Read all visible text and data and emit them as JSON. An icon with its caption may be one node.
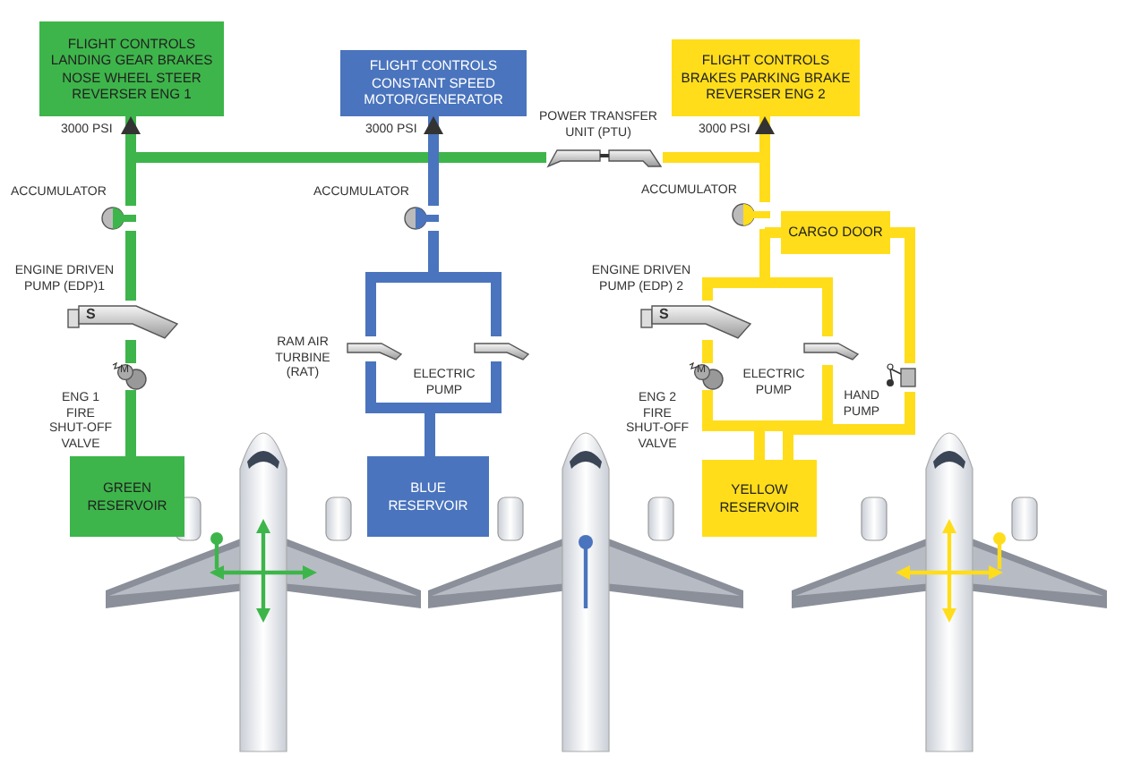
{
  "diagram": {
    "nodes": [
      {
        "text": [
          "FLIGHT CONTROLS LANDING GEAR BRAKES NOSE WHEEL STEER REVERSER ENG 1"
        ],
        "beside": [
          "3000 PSI"
        ]
      },
      {
        "text": [
          "FLIGHT CONTROLS CONSTANT SPEED MOTOR/GENERATOR"
        ],
        "beside": [
          "3000 PSI"
        ]
      },
      {
        "text": [
          "FLIGHT CONTROLS BRAKES PARKING BRAKE REVERSER ENG 2"
        ],
        "beside": [
          "3000 PSI"
        ]
      },
      {
        "text": [],
        "shape": "picture",
        "beside": [
          "ACCUMULATOR"
        ]
      },
      {
        "text": [],
        "shape": "picture",
        "beside": [
          "ACCUMULATOR"
        ]
      },
      {
        "text": [],
        "shape": "picture",
        "beside": [
          "POWER TRANSFER UNIT (PTU)"
        ]
      },
      {
        "text": [],
        "shape": "picture",
        "beside": [
          "ACCUMULATOR"
        ]
      },
      {
        "text": [
          "CARGO DOOR"
        ]
      },
      {
        "text": [],
        "shape": "picture",
        "beside": [
          "ENGINE DRIVEN PUMP (EDP)1"
        ]
      },
      {
        "text": [],
        "shape": "picture",
        "beside": [
          "RAM AIR TURBINE (RAT)"
        ]
      },
      {
        "text": [],
        "shape": "picture",
        "beside": [
          "ELECTRIC PUMP"
        ]
      },
      {
        "text": [],
        "shape": "picture",
        "beside": [
          "ENGINE DRIVEN PUMP (EDP) 2"
        ]
      },
      {
        "text": [],
        "shape": "picture",
        "beside": [
          "ELECTRIC PUMP"
        ]
      },
      {
        "text": [],
        "shape": "picture",
        "beside": [
          "HAND PUMP"
        ]
      },
      {
        "text": [],
        "shape": "picture",
        "beside": [
          "ENG 1 FIRE SHUT-OFF VALVE"
        ]
      },
      {
        "text": [],
        "shape": "picture",
        "beside": [
          "ENG 2 FIRE SHUT-OFF VALVE"
        ]
      },
      {
        "text": [
          "GREEN RESERVOIR"
        ]
      },
      {
        "text": [
          "BLUE RESERVOIR"
        ]
      },
      {
        "text": [
          "YELLOW RESERVOIR"
        ]
      }
    ],
    "edges": [
      {
        "from": 16,
        "to": 14,
        "arrow": "none",
        "color": "#3db54a"
      },
      {
        "from": 14,
        "to": 8,
        "arrow": "none",
        "color": "#3db54a"
      },
      {
        "from": 8,
        "to": 3,
        "arrow": "none",
        "color": "#3db54a"
      },
      {
        "from": 3,
        "to": 0,
        "arrow": "to",
        "color": "#3db54a"
      },
      {
        "from": 3,
        "to": 5,
        "arrow": "none",
        "color": "#3db54a"
      },
      {
        "from": 17,
        "to": 9,
        "arrow": "none",
        "color": "#4a74bd"
      },
      {
        "from": 17,
        "to": 10,
        "arrow": "none",
        "color": "#4a74bd"
      },
      {
        "from": 9,
        "to": 4,
        "arrow": "none",
        "color": "#4a74bd"
      },
      {
        "from": 10,
        "to": 4,
        "arrow": "none",
        "color": "#4a74bd"
      },
      {
        "from": 4,
        "to": 1,
        "arrow": "to",
        "color": "#4a74bd"
      },
      {
        "from": 5,
        "to": 6,
        "arrow": "none"
      },
      {
        "from": 18,
        "to": 15,
        "arrow": "none"
      },
      {
        "from": 15,
        "to": 11,
        "arrow": "none"
      },
      {
        "from": 11,
        "to": 6,
        "arrow": "none"
      },
      {
        "from": 18,
        "to": 12,
        "arrow": "none"
      },
      {
        "from": 12,
        "to": 6,
        "arrow": "none"
      },
      {
        "from": 6,
        "to": 2,
        "arrow": "to"
      },
      {
        "from": 6,
        "to": 7,
        "arrow": "none"
      },
      {
        "from": 7,
        "to": 13,
        "arrow": "none"
      },
      {
        "from": 13,
        "to": 18,
        "arrow": "none"
      }
    ],
    "labels": [
      "S",
      "M",
      "S",
      "M"
    ]
  }
}
